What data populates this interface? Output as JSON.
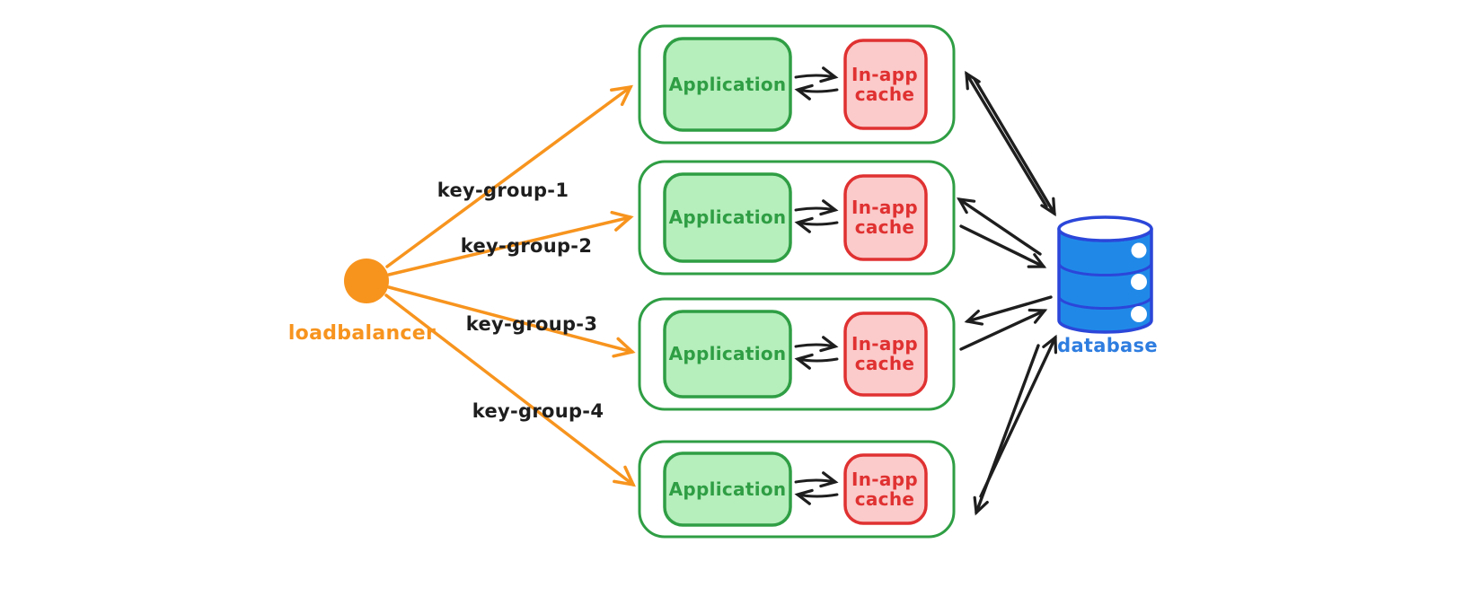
{
  "diagram": {
    "loadbalancer": {
      "label": "loadbalancer"
    },
    "key_groups": [
      {
        "label": "key-group-1"
      },
      {
        "label": "key-group-2"
      },
      {
        "label": "key-group-3"
      },
      {
        "label": "key-group-4"
      }
    ],
    "app_groups": [
      {
        "application_label": "Application",
        "cache_line1": "In-app",
        "cache_line2": "cache"
      },
      {
        "application_label": "Application",
        "cache_line1": "In-app",
        "cache_line2": "cache"
      },
      {
        "application_label": "Application",
        "cache_line1": "In-app",
        "cache_line2": "cache"
      },
      {
        "application_label": "Application",
        "cache_line1": "In-app",
        "cache_line2": "cache"
      }
    ],
    "database": {
      "label": "database"
    },
    "colors": {
      "orange": "#f7941e",
      "green-stroke": "#2f9e44",
      "green-fill": "#b6eebc",
      "red-stroke": "#e03131",
      "red-fill": "#fbcaca",
      "ink": "#1e1e1e",
      "db-fill": "#2089e8",
      "db-stroke": "#2b46d9",
      "db-label": "#2e7de0",
      "canvas": "#ffffff"
    }
  }
}
